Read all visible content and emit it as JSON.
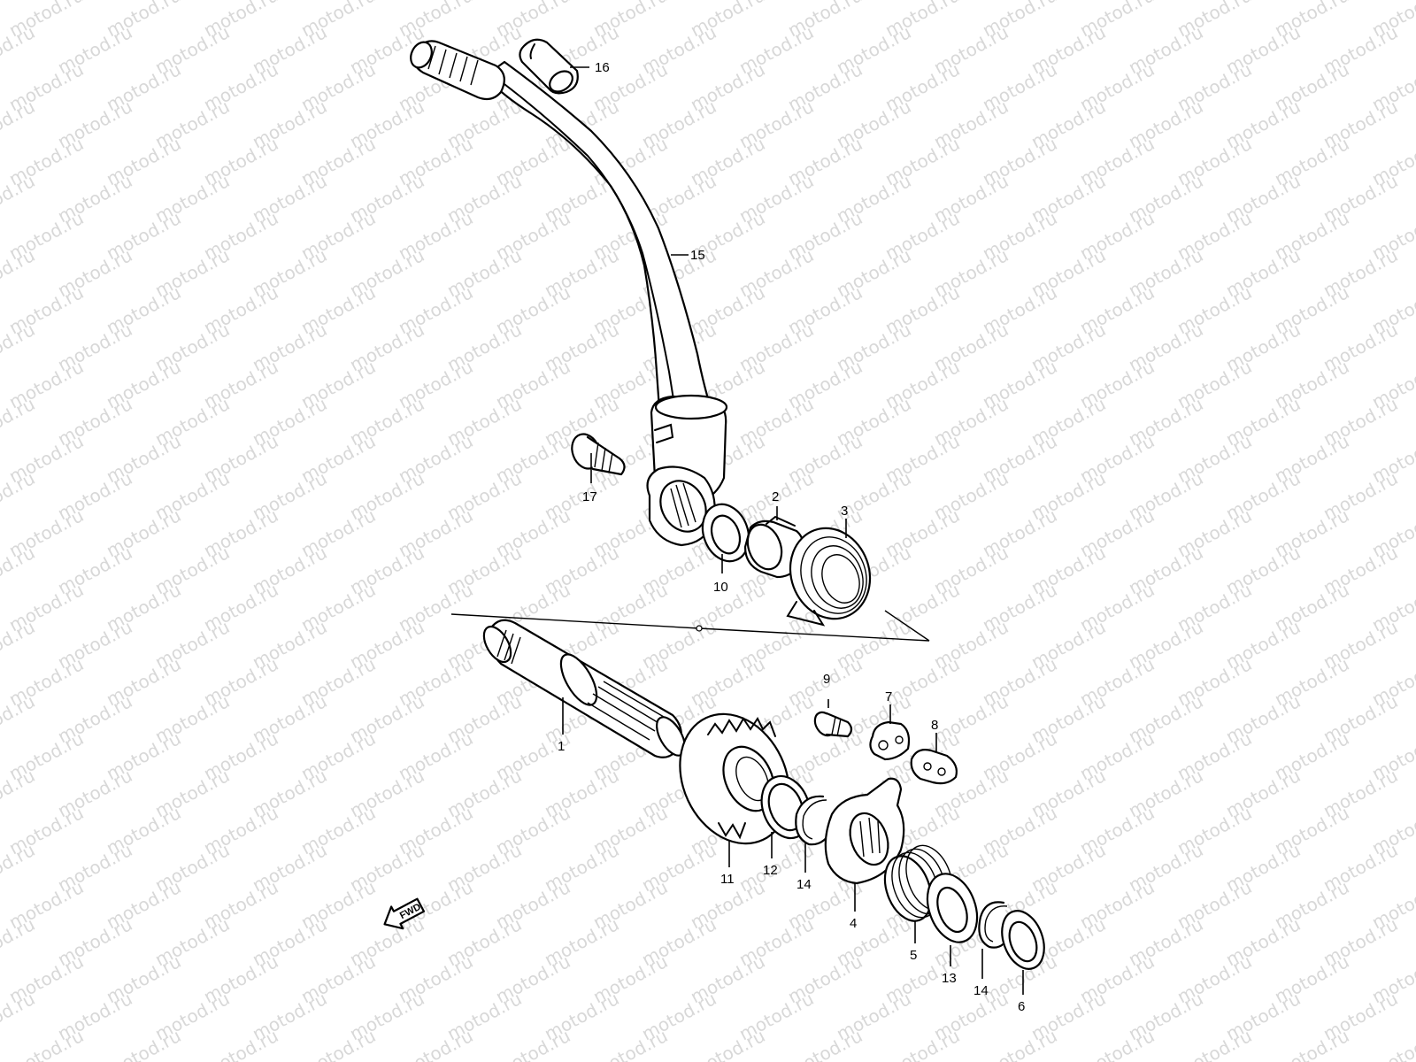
{
  "watermark": {
    "text": "motod.ru",
    "color": "#d8d8d8"
  },
  "direction_badge": {
    "text": "FWD",
    "icon": "arrow-left-icon"
  },
  "callouts": [
    {
      "id": "1",
      "label": "1"
    },
    {
      "id": "2",
      "label": "2"
    },
    {
      "id": "3",
      "label": "3"
    },
    {
      "id": "4",
      "label": "4"
    },
    {
      "id": "5",
      "label": "5"
    },
    {
      "id": "6",
      "label": "6"
    },
    {
      "id": "7",
      "label": "7"
    },
    {
      "id": "8",
      "label": "8"
    },
    {
      "id": "9",
      "label": "9"
    },
    {
      "id": "10",
      "label": "10"
    },
    {
      "id": "11",
      "label": "11"
    },
    {
      "id": "12",
      "label": "12"
    },
    {
      "id": "13",
      "label": "13"
    },
    {
      "id": "14a",
      "label": "14"
    },
    {
      "id": "14b",
      "label": "14"
    },
    {
      "id": "15",
      "label": "15"
    },
    {
      "id": "16",
      "label": "16"
    },
    {
      "id": "17",
      "label": "17"
    }
  ]
}
